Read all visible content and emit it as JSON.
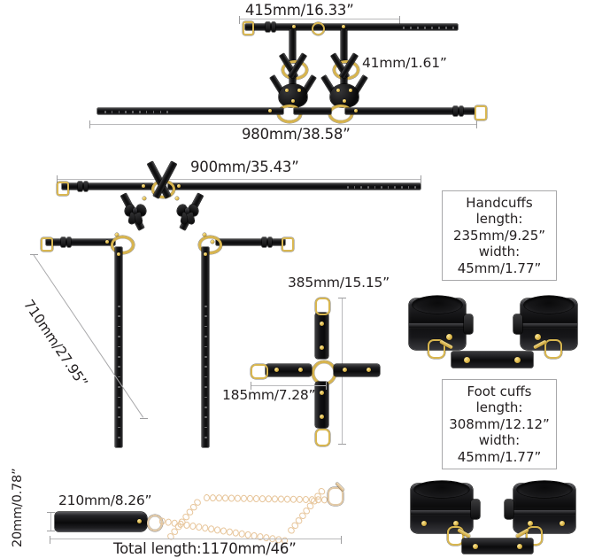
{
  "page": {
    "background": "#ffffff",
    "text_color": "#231f20",
    "rule_color": "#b9b9bb",
    "leather_color": "#0b0b0c",
    "hardware_color": "#d7b44e",
    "chain_color": "#e7c59a"
  },
  "dimensions": {
    "chest_harness_top_strap": "415mm/16.33”",
    "chest_harness_ring": "41mm/1.61”",
    "chest_harness_bottom_strap": "980mm/38.58”",
    "body_harness_waist": "900mm/35.43”",
    "body_harness_leg": "710mm/27.95”",
    "hogtie_vertical": "385mm/15.15”",
    "hogtie_horizontal": "185mm/7.28”",
    "leash_handle_length": "210mm/8.26”",
    "leash_handle_width": "20mm/0.78”",
    "leash_total_length": "Total length:1170mm/46”"
  },
  "info_boxes": [
    {
      "name": "handcuffs",
      "title": "Handcuffs",
      "length_label": "length:",
      "length_value": "235mm/9.25”",
      "width_label": "width:",
      "width_value": "45mm/1.77”"
    },
    {
      "name": "foot-cuffs",
      "title": "Foot cuffs",
      "length_label": "length:",
      "length_value": "308mm/12.12”",
      "width_label": "width:",
      "width_value": "45mm/1.77”"
    }
  ],
  "products": {
    "chest_harness": "chest-harness-diagram",
    "body_harness": "body-harness-diagram",
    "hogtie": "hogtie-connector-diagram",
    "handcuffs": "handcuffs-photo",
    "foot_cuffs": "foot-cuffs-photo",
    "leash": "chain-leash-photo"
  }
}
